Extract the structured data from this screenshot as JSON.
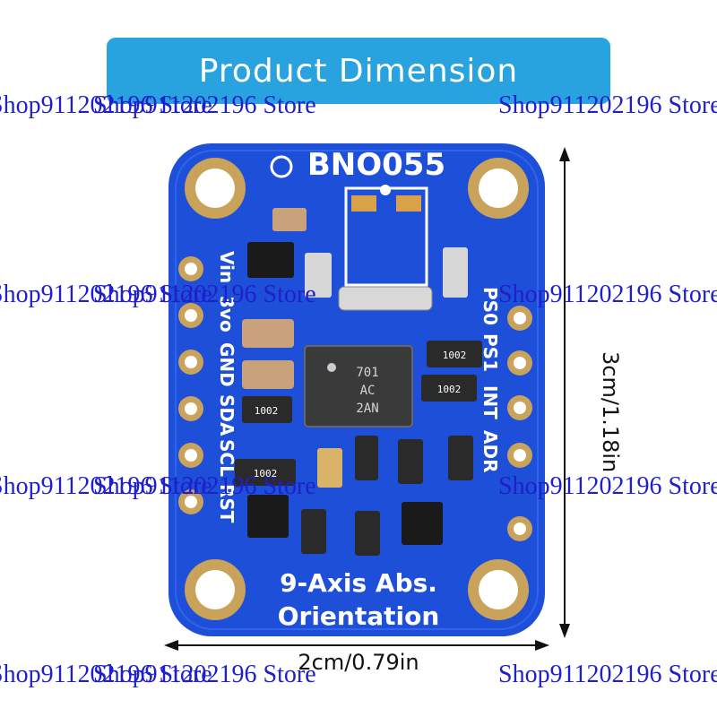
{
  "banner": {
    "title": "Product Dimension"
  },
  "watermark": "Shop911202196 Store",
  "board": {
    "chip_name": "BNO055",
    "subtitle_line1": "9-Axis Abs.",
    "subtitle_line2": "Orientation",
    "left_pins": [
      "Vin",
      "3vo",
      "GND",
      "SDA",
      "SCL",
      "RST"
    ],
    "right_pins": [
      "PS0",
      "PS1",
      "INT",
      "ADR"
    ],
    "chip_marking_line1": "701",
    "chip_marking_line2": "AC",
    "chip_marking_line3": "2AN",
    "resistor_code": "1002"
  },
  "dimensions": {
    "height": "3cm/1.18in",
    "width": "2cm/0.79in"
  },
  "colors": {
    "banner": "#29a3e0",
    "board": "#1e4fd8",
    "watermark": "#1f1fcc",
    "gold": "#c9a25c"
  }
}
